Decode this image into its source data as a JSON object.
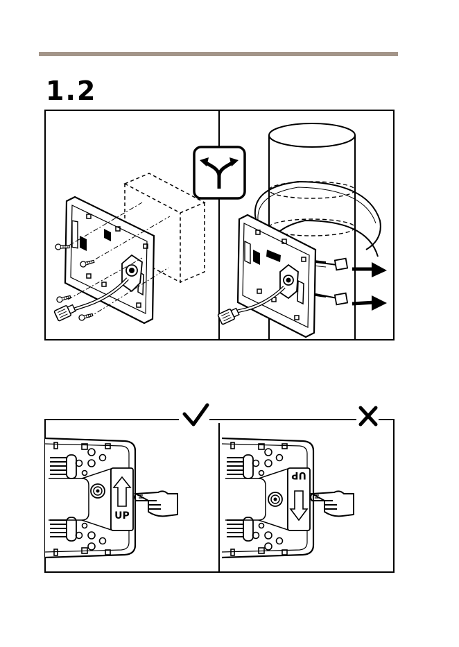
{
  "page": {
    "step_number": "1.2"
  },
  "labels": {
    "up_correct": "UP",
    "up_wrong": "UP"
  },
  "icons": {
    "top_choice": "fork-arrows-icon",
    "correct": "checkmark-icon",
    "wrong": "cross-icon"
  },
  "colors": {
    "rule": "#a39589",
    "line": "#000000",
    "fill": "#ffffff"
  }
}
